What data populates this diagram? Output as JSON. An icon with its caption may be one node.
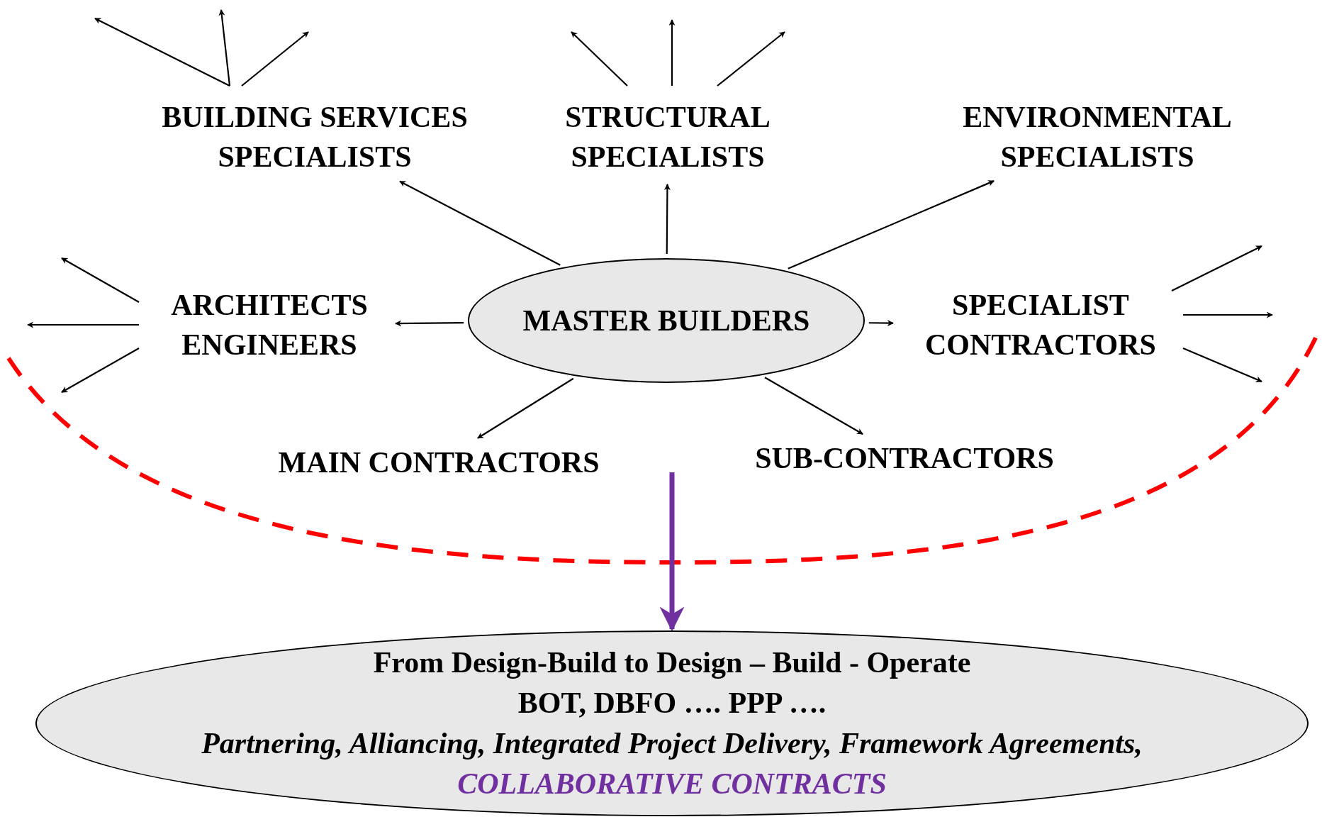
{
  "diagram": {
    "nodes": [
      {
        "text": [
          "MASTER BUILDERS"
        ]
      },
      {
        "text": [
          "BUILDING SERVICES SPECIALISTS"
        ]
      },
      {
        "text": [
          "STRUCTURAL SPECIALISTS"
        ]
      },
      {
        "text": [
          "ENVIRONMENTAL SPECIALISTS"
        ]
      },
      {
        "text": [
          "ARCHITECTS ENGINEERS"
        ]
      },
      {
        "text": [
          "SPECIALIST CONTRACTORS"
        ]
      },
      {
        "text": [
          "MAIN CONTRACTORS"
        ]
      },
      {
        "text": [
          "SUB-CONTRACTORS"
        ]
      },
      {
        "text": [
          "From Design-Build to Design – Build - Operate",
          "BOT, DBFO …. PPP ….",
          "Partnering, Alliancing, Integrated Project Delivery, Framework Agreements,",
          "COLLABORATIVE CONTRACTS"
        ]
      }
    ],
    "edges": [
      {
        "from": 0,
        "to": 1,
        "arrow": "to"
      },
      {
        "from": 0,
        "to": 2,
        "arrow": "to"
      },
      {
        "from": 0,
        "to": 3,
        "arrow": "to"
      },
      {
        "from": 0,
        "to": 4,
        "arrow": "to"
      },
      {
        "from": 0,
        "to": 5,
        "arrow": "to"
      },
      {
        "from": 0,
        "to": 6,
        "arrow": "to"
      },
      {
        "from": 0,
        "to": 7,
        "arrow": "to"
      },
      {
        "from": 1,
        "to": null,
        "arrow": "to"
      },
      {
        "from": 1,
        "to": null,
        "arrow": "to"
      },
      {
        "from": 1,
        "to": null,
        "arrow": "to"
      },
      {
        "from": 2,
        "to": null,
        "arrow": "to"
      },
      {
        "from": 2,
        "to": null,
        "arrow": "to"
      },
      {
        "from": 2,
        "to": null,
        "arrow": "to"
      },
      {
        "from": 4,
        "to": null,
        "arrow": "to"
      },
      {
        "from": 4,
        "to": null,
        "arrow": "to"
      },
      {
        "from": 4,
        "to": null,
        "arrow": "to"
      },
      {
        "from": 5,
        "to": null,
        "arrow": "to"
      },
      {
        "from": 5,
        "to": null,
        "arrow": "to"
      },
      {
        "from": 5,
        "to": null,
        "arrow": "to"
      },
      {
        "from": null,
        "to": 8,
        "arrow": "to",
        "style": "thick",
        "color": "#7030a0"
      }
    ]
  }
}
